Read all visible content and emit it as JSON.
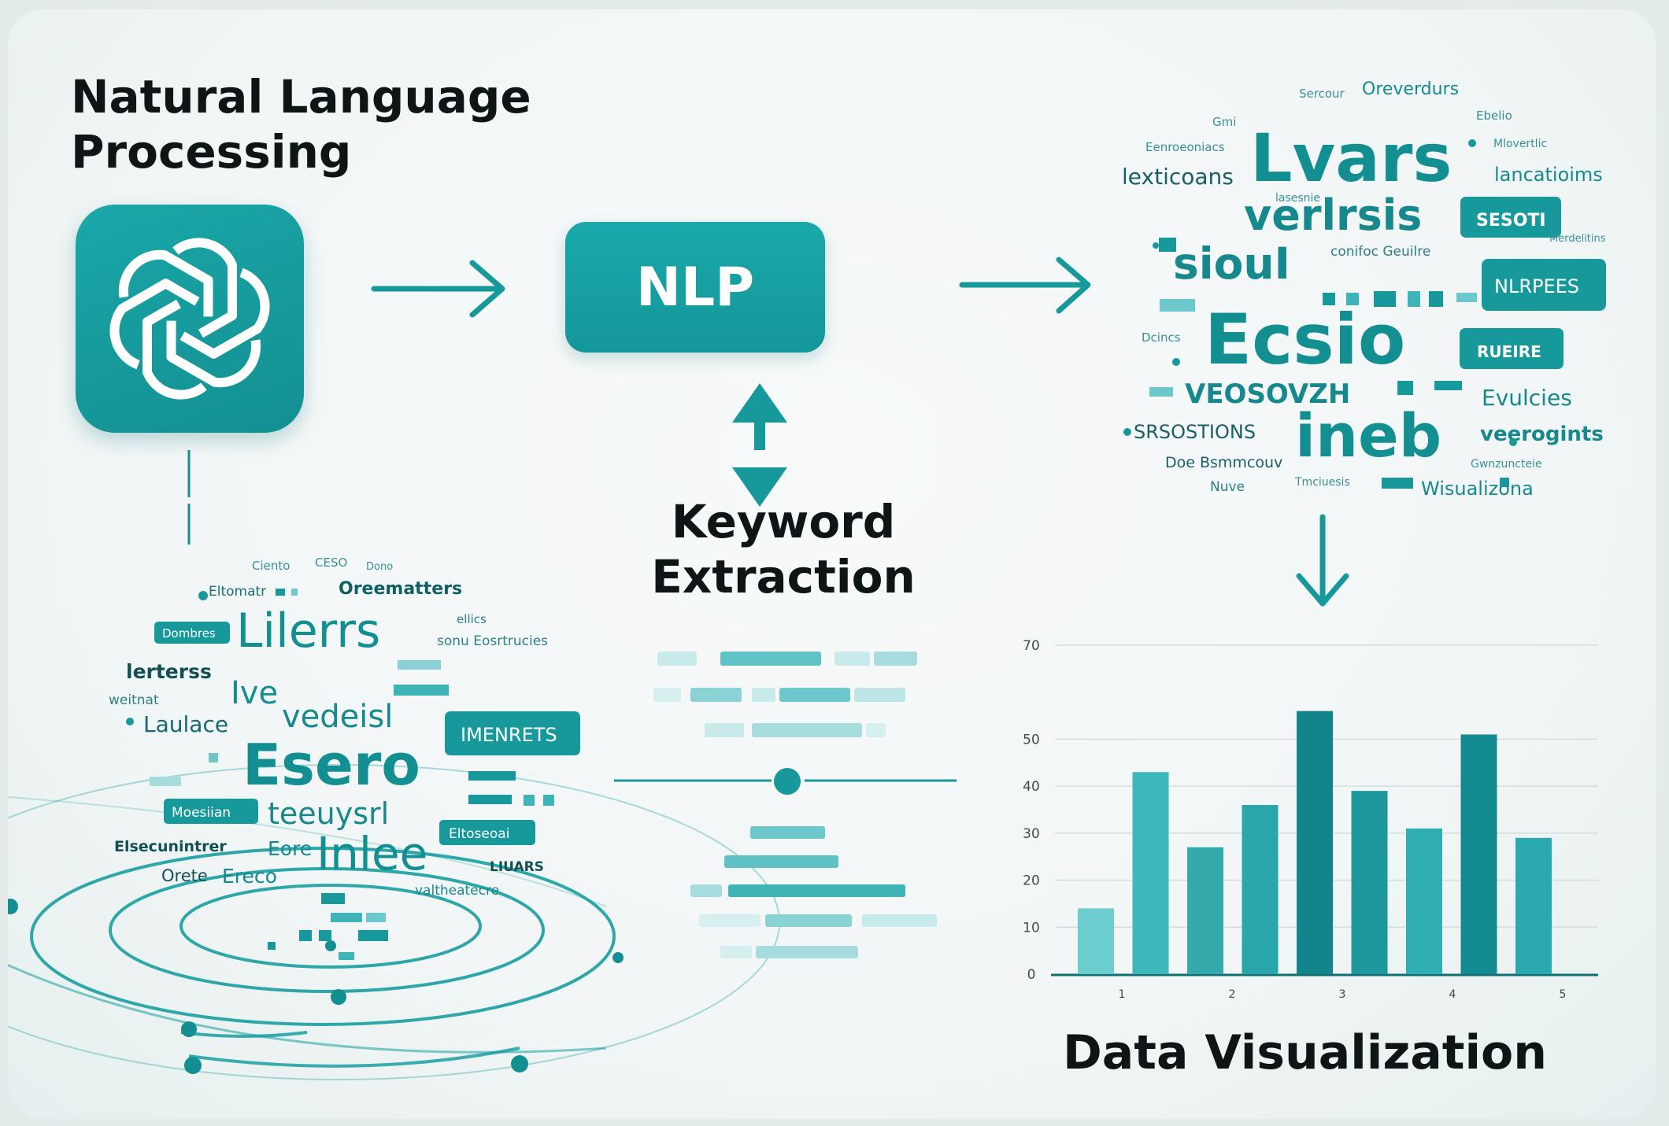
{
  "titles": {
    "main": "Natural Language Processing",
    "nlp_box": "NLP",
    "keyword": "Keyword Extraction",
    "data_viz": "Data Visualization"
  },
  "word_cloud_left": [
    "Ciento",
    "CESO",
    "Dono",
    "Eltomatr",
    "Oreematters",
    "Lilerrs",
    "Dombres",
    "ellics",
    "sonu Eosrtrucies",
    "lerterss",
    "Ive",
    "vedeisl",
    "Laulace",
    "IMENRETS",
    "Esero",
    "teeuysrl",
    "Moesiian",
    "Elsecunintrer",
    "Eore",
    "Eltoseoai",
    "Inlee",
    "Orete",
    "Ereco",
    "LIUARS",
    "valtheatecre",
    "weitnat"
  ],
  "word_cloud_right": [
    "Sercour",
    "Oreverdurs",
    "Gmi",
    "Ebelio",
    "Eenroeoniacs",
    "Lvars",
    "Mlovertlic",
    "lexticoans",
    "lancatioims",
    "verlrsis",
    "SESOTI",
    "siouI",
    "conifoc Geuilre",
    "NLRPEES",
    "Ecsio",
    "RUEIRE",
    "VEOSOVZH",
    "Evulcies",
    "SRSOSTIONS",
    "ineb",
    "veerogints",
    "Doe Bsmmcouv",
    "Gwnzuncteie",
    "Nuve",
    "Tmciuesis",
    "Wisualizona",
    "Merdelitins",
    "Dcincs",
    "lasesnie"
  ],
  "chart_data": {
    "type": "bar",
    "title": "",
    "xlabel": "",
    "ylabel": "",
    "x_ticks": [
      "1",
      "2",
      "3",
      "4",
      "5"
    ],
    "ylim": [
      0,
      70
    ],
    "y_ticks": [
      0,
      10,
      20,
      30,
      40,
      50,
      70
    ],
    "grid": true,
    "values": [
      14,
      43,
      27,
      36,
      56,
      39,
      31,
      51,
      29
    ],
    "colors": [
      "#6ccdcf",
      "#3fb8bc",
      "#36a9ad",
      "#2aa7ab",
      "#13858a",
      "#1f989d",
      "#30aeb2",
      "#138a90",
      "#2aa9ae"
    ]
  },
  "colors": {
    "primary": "#17999c",
    "dark": "#0f6f73",
    "light": "#a6dcdd",
    "title": "#0e1516"
  },
  "icons": [
    "openai-knot-icon",
    "arrow-right-icon",
    "double-arrow-vertical-icon",
    "arrow-down-icon"
  ]
}
